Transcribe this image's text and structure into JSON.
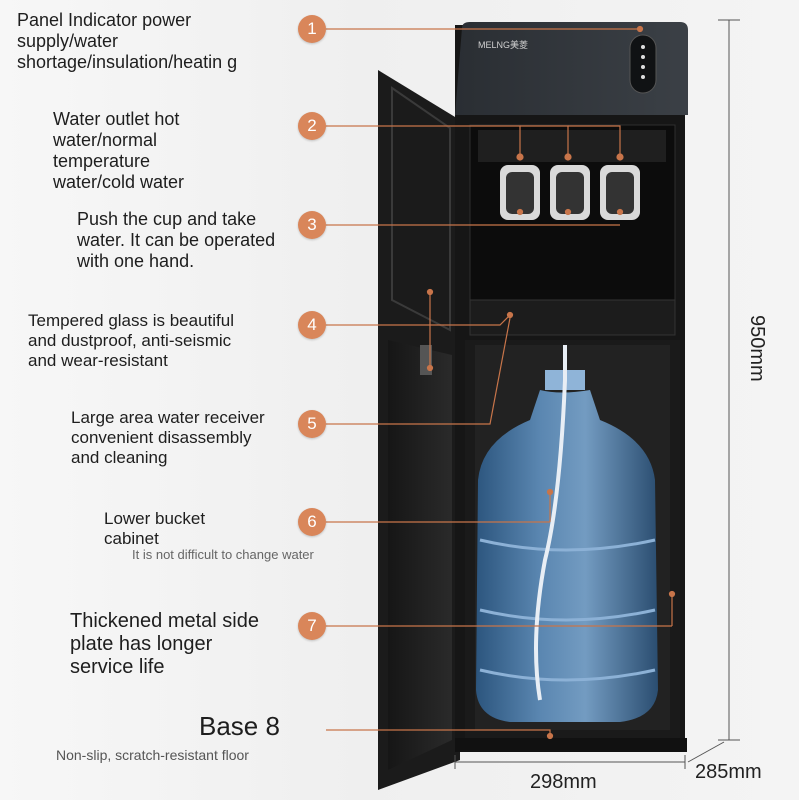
{
  "brand": "MELNG美菱",
  "callouts": [
    {
      "number": "1",
      "text": "Panel Indicator power supply/water shortage/insulation/heatin g"
    },
    {
      "number": "2",
      "text": "Water outlet hot water/normal temperature water/cold water"
    },
    {
      "number": "3",
      "text": "Push the cup and take water. It can be operated with one hand."
    },
    {
      "number": "4",
      "text": "Tempered glass is beautiful and dustproof, anti-seismic and wear-resistant"
    },
    {
      "number": "5",
      "text": "Large area water receiver convenient disassembly and cleaning"
    },
    {
      "number": "6",
      "text": "Lower bucket cabinet",
      "subtext": "It is not difficult to change water"
    },
    {
      "number": "7",
      "text": "Thickened metal side plate has longer service life"
    }
  ],
  "base": {
    "title": "Base 8",
    "subtitle": "Non-slip, scratch-resistant floor"
  },
  "dimensions": {
    "height": "950mm",
    "width": "298mm",
    "depth": "285mm"
  },
  "colors": {
    "badge": "#d9865a",
    "leader": "#c8754a",
    "cabinet": "#1a1a1a",
    "bottle": "#3f6f9e"
  }
}
